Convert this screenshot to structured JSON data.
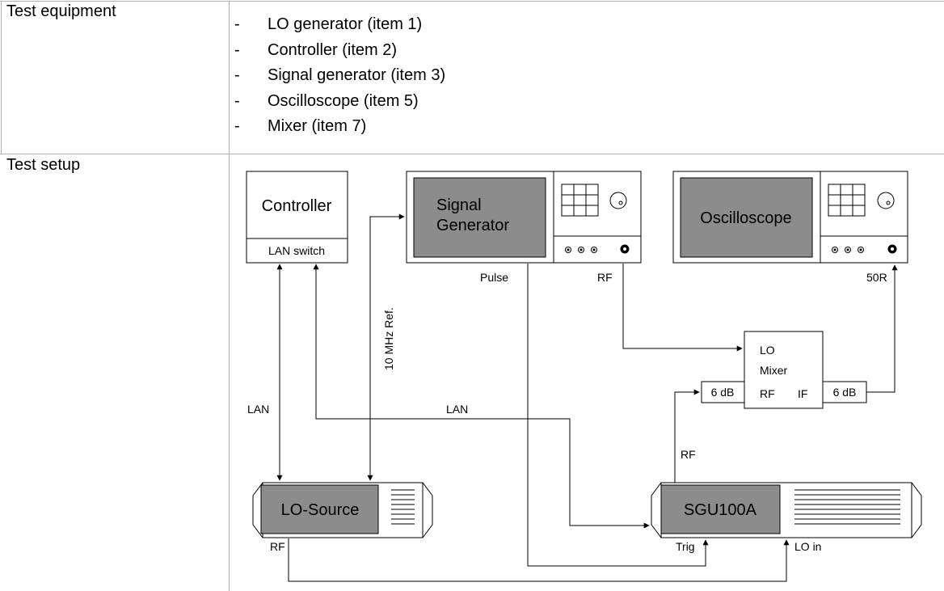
{
  "equipment": {
    "label": "Test equipment",
    "items": [
      "LO generator (item 1)",
      "Controller (item 2)",
      "Signal generator (item 3)",
      "Oscilloscope (item 5)",
      "Mixer (item 7)"
    ],
    "bullet": "-"
  },
  "setup": {
    "label": "Test setup",
    "controller": {
      "title": "Controller",
      "sub": "LAN switch"
    },
    "signal_generator": {
      "title_line1": "Signal",
      "title_line2": "Generator",
      "pulse": "Pulse",
      "rf": "RF"
    },
    "oscilloscope": {
      "title": "Oscilloscope",
      "port": "50R"
    },
    "mixer": {
      "lo": "LO",
      "title": "Mixer",
      "rf": "RF",
      "if": "IF"
    },
    "attenuator_left": "6 dB",
    "attenuator_right": "6 dB",
    "lo_source": {
      "title": "LO-Source",
      "rf": "RF"
    },
    "sgu": {
      "title": "SGU100A",
      "trig": "Trig",
      "lo_in": "LO in",
      "rf": "RF"
    },
    "lan_left": "LAN",
    "lan_mid": "LAN",
    "ref": "10 MHz Ref."
  },
  "colors": {
    "panel_fill": "#8c8c8c",
    "table_line": "#b0b0b0"
  }
}
